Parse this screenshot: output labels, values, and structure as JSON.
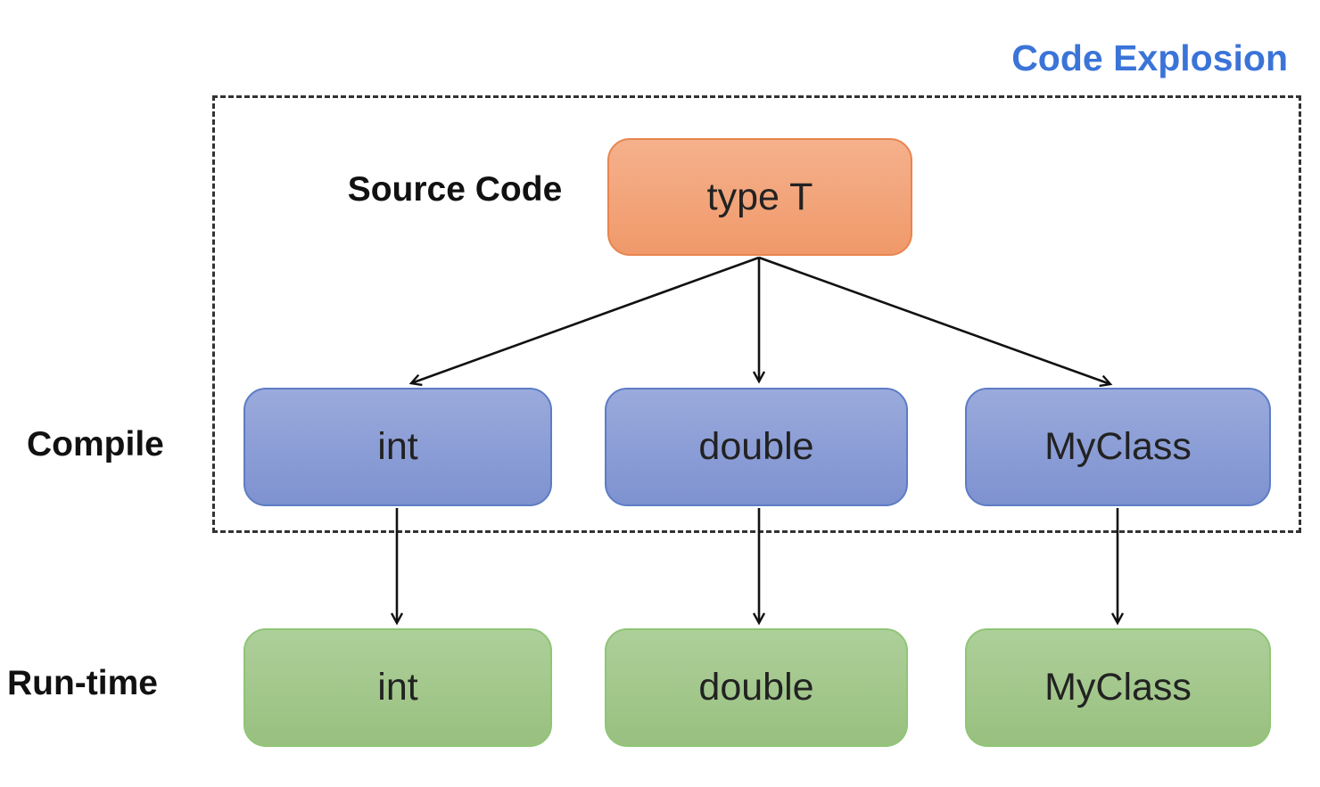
{
  "title": "Code Explosion",
  "labels": {
    "source": "Source Code",
    "compile": "Compile",
    "runtime": "Run-time"
  },
  "nodes": {
    "source": "type T",
    "compile": [
      "int",
      "double",
      "MyClass"
    ],
    "runtime": [
      "int",
      "double",
      "MyClass"
    ]
  },
  "colors": {
    "title": "#3b74d8",
    "orange_top": "#f5b18c",
    "orange_bottom": "#f0996a",
    "orange_border": "#e8854f",
    "blue_top": "#9aaadc",
    "blue_bottom": "#7e92d0",
    "blue_border": "#5d7cc5",
    "green_top": "#adcf9a",
    "green_bottom": "#99c07f",
    "green_border": "#8fc576",
    "arrow": "#111111",
    "dash_border": "#333333",
    "text": "#222222"
  }
}
